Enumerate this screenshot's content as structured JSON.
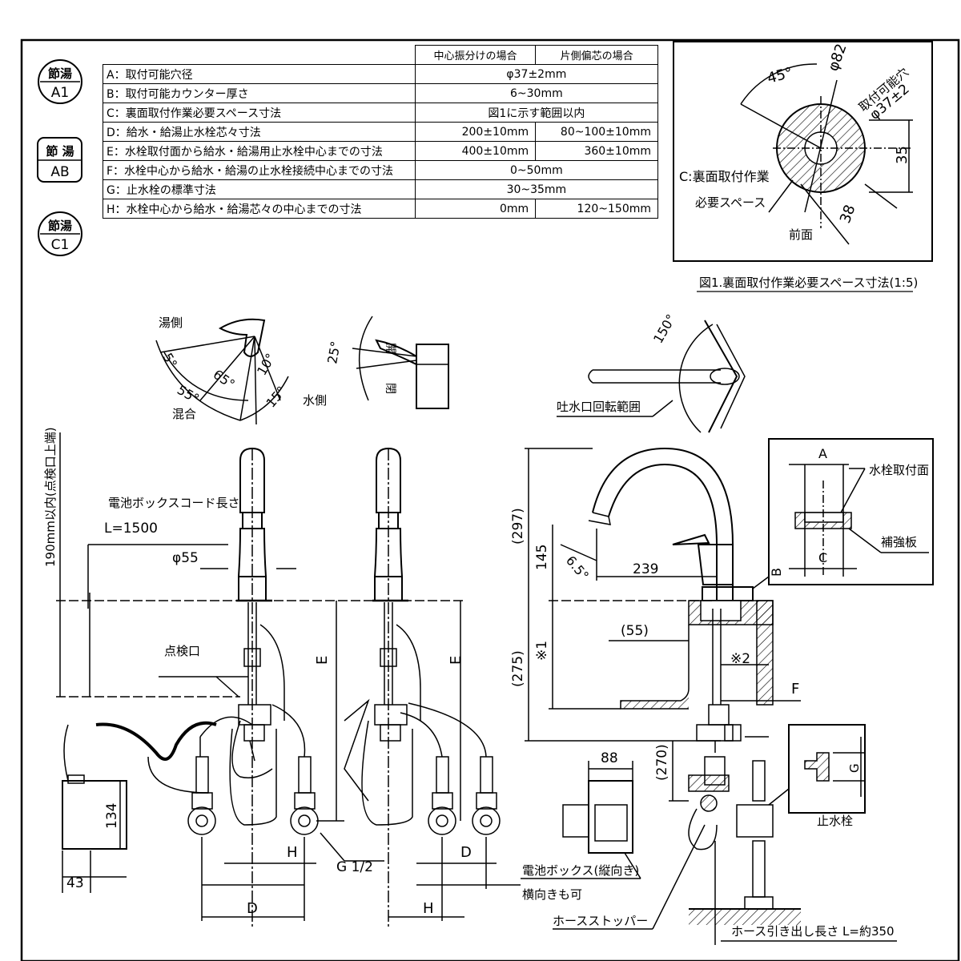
{
  "badges": [
    {
      "top": "節湯",
      "bottom": "A1"
    },
    {
      "top": "節 湯",
      "bottom": "AB"
    },
    {
      "top": "節湯",
      "bottom": "C1"
    }
  ],
  "spec_table": {
    "headers": [
      "中心振分けの場合",
      "片側偏芯の場合"
    ],
    "rows": [
      {
        "label": "A：取付可能穴径",
        "values": [
          "φ37±2mm"
        ]
      },
      {
        "label": "B：取付可能カウンター厚さ",
        "values": [
          "6~30mm"
        ]
      },
      {
        "label": "C：裏面取付作業必要スペース寸法",
        "values": [
          "図1に示す範囲以内"
        ]
      },
      {
        "label": "D：給水・給湯止水栓芯々寸法",
        "values": [
          "200±10mm",
          "80~100±10mm"
        ]
      },
      {
        "label": "E：水栓取付面から給水・給湯用止水栓中心までの寸法",
        "values": [
          "400±10mm",
          "360±10mm"
        ]
      },
      {
        "label": "F：水栓中心から給水・給湯の止水栓接続中心までの寸法",
        "values": [
          "0~50mm"
        ]
      },
      {
        "label": "G：止水栓の標準寸法",
        "values": [
          "30~35mm"
        ]
      },
      {
        "label": "H：水栓中心から給水・給湯芯々の中心までの寸法",
        "values": [
          "0mm",
          "120~150mm"
        ]
      }
    ]
  },
  "fig1": {
    "caption": "図1.裏面取付作業必要スペース寸法(1:5)",
    "angle": "45°",
    "dia_outer": "φ82",
    "hole_label": "取付可能穴",
    "hole_dia": "φ37±2",
    "dim_35": "35",
    "dim_38": "38",
    "c_label_1": "C:裏面取付作業",
    "c_label_2": "必要スペース",
    "front": "前面"
  },
  "lever": {
    "hot_side": "湯側",
    "cold_side": "水側",
    "mix": "混合",
    "a5": "5°",
    "a65": "65°",
    "a55": "55°",
    "a10": "10°",
    "a15": "15°"
  },
  "tilt": {
    "angle": "25°",
    "open": "開",
    "close": "閉"
  },
  "spout": {
    "angle": "150°",
    "label": "吐水口回転範囲"
  },
  "front_view": {
    "vertical_note": "190mm以内(点検口上端)",
    "cord_label": "電池ボックスコード長さ",
    "cord_length": "L=1500",
    "dia55": "φ55",
    "inspection": "点検口",
    "dim134": "134",
    "dim43": "43",
    "E": "E",
    "H": "H",
    "D": "D",
    "g12": "G 1/2"
  },
  "side_view": {
    "d297": "(297)",
    "d145": "145",
    "a65": "6.5°",
    "d239": "239",
    "B": "B",
    "d275": "(275)",
    "star1": "※1",
    "d55": "(55)",
    "star2": "※2",
    "F": "F",
    "d270": "(270)",
    "d88": "88",
    "battery_1": "電池ボックス(縦向き)",
    "battery_2": "横向きも可",
    "hose_stopper": "ホースストッパー",
    "hose_length": "ホース引き出し長さ L=約350",
    "stop_valve": "止水栓",
    "G": "G"
  },
  "detail": {
    "A": "A",
    "mount_face": "水栓取付面",
    "reinforce": "補強板",
    "C": "C"
  }
}
